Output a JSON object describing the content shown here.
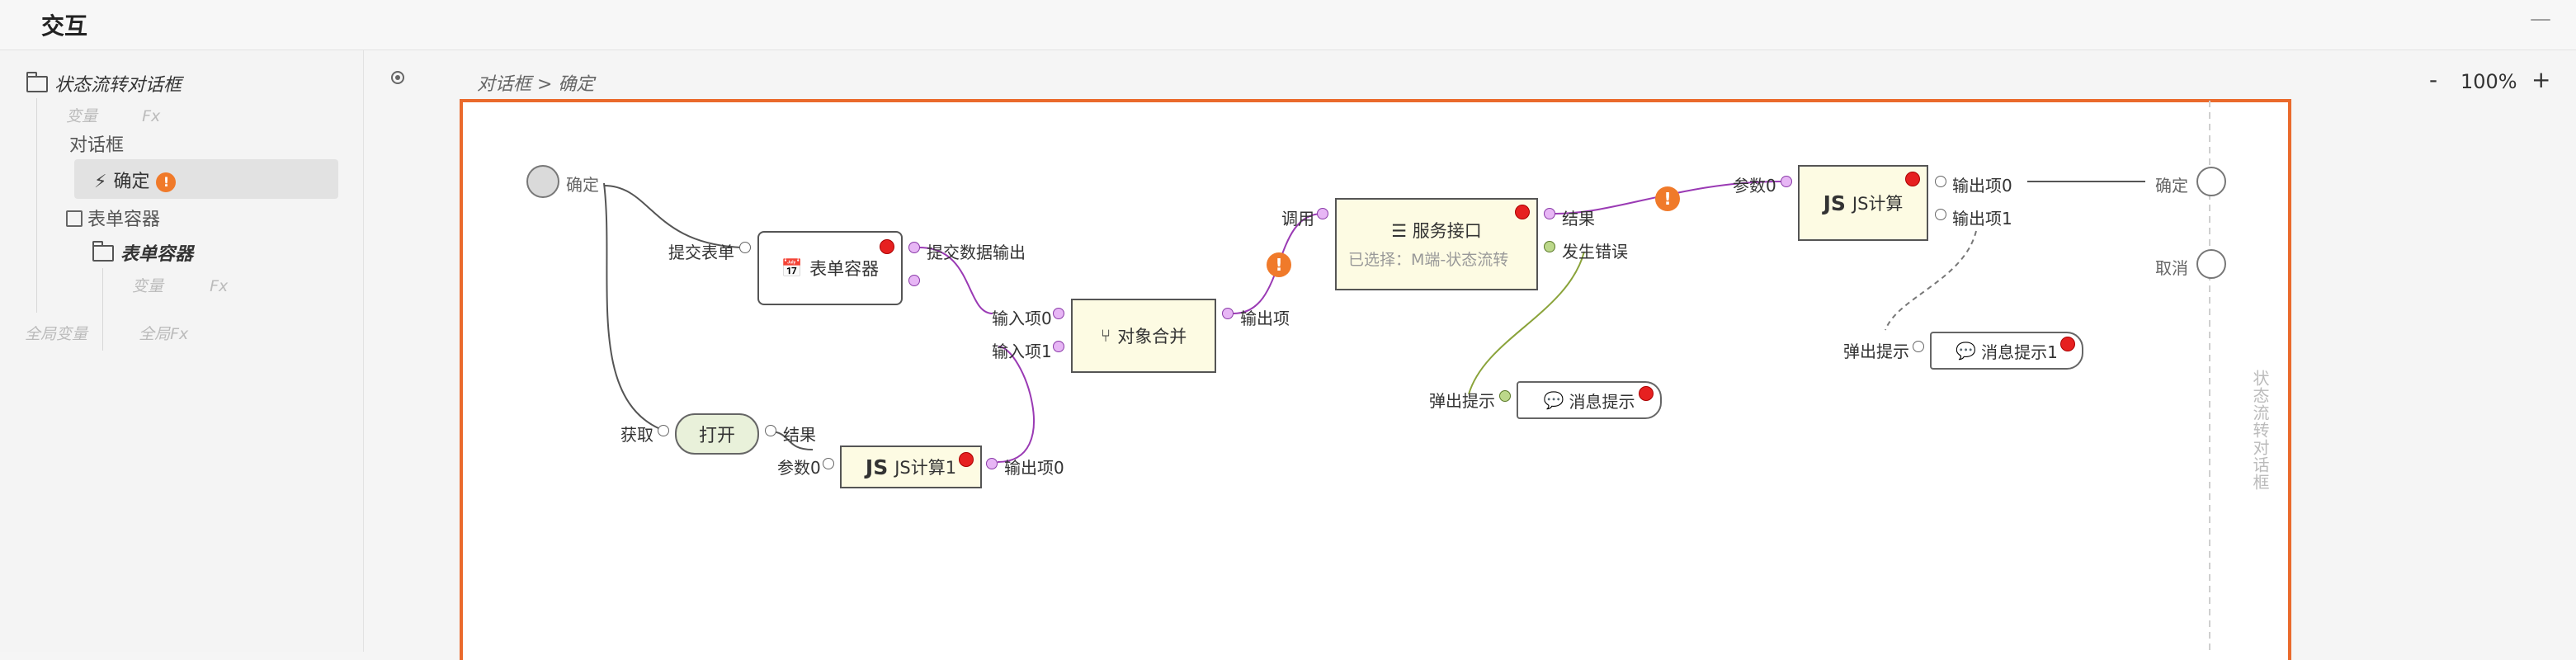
{
  "app": {
    "title": "交互",
    "minimize": "—"
  },
  "sidebar": {
    "root": "状态流转对话框",
    "root_vars": [
      "变量",
      "Fx"
    ],
    "dialog": "对话框",
    "selected": "确定",
    "selected_badge": "!",
    "form_item": "表单容器",
    "form_folder": "表单容器",
    "form_vars": [
      "变量",
      "Fx"
    ],
    "global": [
      "全局变量",
      "全局Fx"
    ]
  },
  "canvas": {
    "breadcrumb": "对话框 > 确定",
    "zoom": "100%",
    "zoom_in": "+",
    "zoom_out": "-",
    "side_label": "状态流转对话框",
    "colors": {
      "accent": "#ea6a2c",
      "node_fill": "#fdfbe3",
      "purple_wire": "#9a3ab4",
      "green_wire": "#8aa33a",
      "red_dot": "#e62020"
    }
  },
  "flow": {
    "start": "确定",
    "end_confirm": "确定",
    "end_cancel": "取消",
    "warn": "!",
    "form_node": {
      "label": "表单容器",
      "in": "提交表单",
      "out": "提交数据输出"
    },
    "open_node": {
      "label": "打开",
      "in": "获取",
      "out": "结果"
    },
    "js1_node": {
      "js": "JS",
      "label": "JS计算1",
      "in": "参数0",
      "out": "输出项0"
    },
    "merge_node": {
      "label": "对象合并",
      "in0": "输入项0",
      "in1": "输入项1",
      "out": "输出项"
    },
    "service_node": {
      "label": "服务接口",
      "sub": "已选择：M端-状态流转",
      "in": "调用",
      "out_ok": "结果",
      "out_err": "发生错误"
    },
    "msg_node": {
      "label": "消息提示",
      "in": "弹出提示"
    },
    "js_node": {
      "js": "JS",
      "label": "JS计算",
      "in": "参数0",
      "out0": "输出项0",
      "out1": "输出项1"
    },
    "msg1_node": {
      "label": "消息提示1",
      "in": "弹出提示"
    }
  }
}
